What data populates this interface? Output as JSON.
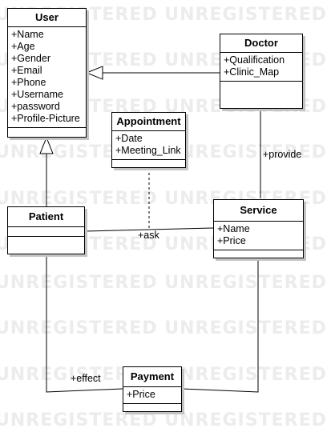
{
  "watermark": "UNREGISTERED UNREGISTERED UNREGISTERED",
  "classes": {
    "user": {
      "name": "User",
      "attributes": [
        "+Name",
        "+Age",
        "+Gender",
        "+Email",
        "+Phone",
        "+Username",
        "+password",
        "+Profile-Picture"
      ]
    },
    "doctor": {
      "name": "Doctor",
      "attributes": [
        "+Qualification",
        "+Clinic_Map"
      ]
    },
    "appointment": {
      "name": "Appointment",
      "attributes": [
        "+Date",
        "+Meeting_Link"
      ]
    },
    "patient": {
      "name": "Patient",
      "attributes": []
    },
    "service": {
      "name": "Service",
      "attributes": [
        "+Name",
        "+Price"
      ]
    },
    "payment": {
      "name": "Payment",
      "attributes": [
        "+Price"
      ]
    }
  },
  "relations": {
    "provide": "+provide",
    "ask": "+ask",
    "effect": "+effect"
  }
}
